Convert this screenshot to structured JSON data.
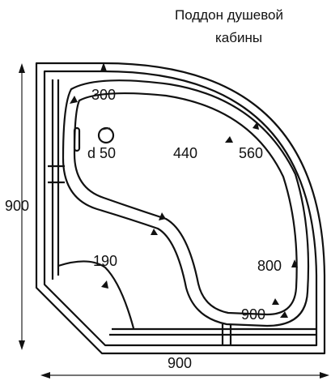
{
  "title": {
    "line1": "Поддон душевой",
    "line2": "кабины"
  },
  "dimensions": {
    "overall_height": "900",
    "overall_width": "900",
    "drain": "d 50",
    "inner_depth_top": "300",
    "inner_width_center": "440",
    "inner_width_right": "560",
    "seat_width": "190",
    "inner_height_right": "800",
    "inner_bottom": "900"
  }
}
